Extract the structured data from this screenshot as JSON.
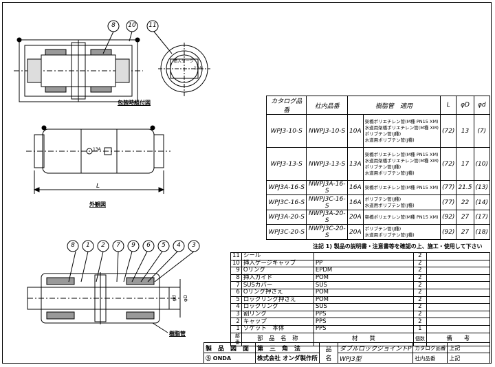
{
  "labels": {
    "view_top": "包装時組付図",
    "view_middle": "外観図",
    "view_bottom": "樹脂管",
    "dim_L": "L",
    "dim_phiD": "φD",
    "dim_phid": "φd",
    "stamp": "13A",
    "ring_text1": "挿入ゲージ",
    "ring_text2": "13A"
  },
  "balloons": {
    "top": [
      "8",
      "10",
      "11"
    ],
    "bottom": [
      "8",
      "1",
      "2",
      "7",
      "9",
      "6",
      "5",
      "4",
      "3"
    ]
  },
  "spec_table": {
    "headers": [
      "カタログ品番",
      "社内品番",
      "樹脂管　適用",
      "L",
      "φD",
      "φd"
    ],
    "rows": [
      {
        "catalog": "WPJ3-10-S",
        "internal": "NWPJ3-10-S",
        "size": "10A",
        "pipes": [
          "架橋ポリエチレン管(M種 PN15 XM)",
          "水道用架橋ポリエチレン管(M種 XM)",
          "ポリブテン管(J種)",
          "水道用ポリブテン管(J種)"
        ],
        "L": "(72)",
        "D": "13",
        "d": "(7)"
      },
      {
        "catalog": "WPJ3-13-S",
        "internal": "NWPJ3-13-S",
        "size": "13A",
        "pipes": [
          "架橋ポリエチレン管(M種 PN15 XM)",
          "水道用架橋ポリエチレン管(M種 XM)",
          "ポリブテン管(J種)",
          "水道用ポリブテン管(J種)"
        ],
        "L": "(72)",
        "D": "17",
        "d": "(10)"
      },
      {
        "catalog": "WPJ3A-16-S",
        "internal": "NWPJ3A-16-S",
        "size": "16A",
        "pipes": [
          "架橋ポリエチレン管(M種 PN15 XM)"
        ],
        "L": "(77)",
        "D": "21.5",
        "d": "(13)"
      },
      {
        "catalog": "WPJ3C-16-S",
        "internal": "NWPJ3C-16-S",
        "size": "16A",
        "pipes": [
          "ポリブテン管(J種)",
          "水道用ポリブテン管(J種)"
        ],
        "L": "(77)",
        "D": "22",
        "d": "(14)"
      },
      {
        "catalog": "WPJ3A-20-S",
        "internal": "NWPJ3A-20-S",
        "size": "20A",
        "pipes": [
          "架橋ポリエチレン管(M種 PN15 XM)"
        ],
        "L": "(92)",
        "D": "27",
        "d": "(17)"
      },
      {
        "catalog": "WPJ3C-20-S",
        "internal": "NWPJ3C-20-S",
        "size": "20A",
        "pipes": [
          "ポリブテン管(J種)",
          "水道用ポリブテン管(J種)"
        ],
        "L": "(92)",
        "D": "27",
        "d": "(18)"
      }
    ]
  },
  "note": "注記 1) 製品の説明書・注意書等を確認の上、施工・使用して下さい",
  "parts_table": {
    "rows": [
      {
        "no": "11",
        "name": "シール",
        "material": "",
        "qty": "2"
      },
      {
        "no": "10",
        "name": "挿入ゲージキャップ",
        "material": "PP",
        "qty": "2"
      },
      {
        "no": "9",
        "name": "Oリング",
        "material": "EPDM",
        "qty": "2"
      },
      {
        "no": "8",
        "name": "挿入ガイド",
        "material": "POM",
        "qty": "2"
      },
      {
        "no": "7",
        "name": "SUSカバー",
        "material": "SUS",
        "qty": "2"
      },
      {
        "no": "6",
        "name": "Oリング押さえ",
        "material": "POM",
        "qty": "2"
      },
      {
        "no": "5",
        "name": "ロックリング押さえ",
        "material": "POM",
        "qty": "2"
      },
      {
        "no": "4",
        "name": "ロックリング",
        "material": "SUS",
        "qty": "2"
      },
      {
        "no": "3",
        "name": "割リング",
        "material": "PPS",
        "qty": "2"
      },
      {
        "no": "2",
        "name": "キャップ",
        "material": "PPS",
        "qty": "2"
      },
      {
        "no": "1",
        "name": "ソケット　本体",
        "material": "PPS",
        "qty": "1"
      }
    ],
    "header": {
      "no": "部番",
      "name": "部　品　名　称",
      "material": "材　　質",
      "qty": "個数",
      "remark": "備　　考"
    }
  },
  "title_block": {
    "drawing_label": "製　品　図　面",
    "projection": "第　三　角　法",
    "name_label": "品　名",
    "product_name": "ダブルロックジョイントP",
    "model": "WPJ3型",
    "catalog_label": "カタログ品番",
    "catalog_value": "上記",
    "internal_label": "社内品番",
    "internal_value": "上記",
    "company": "株式会社 オンダ製作所",
    "logo": "ONDA"
  }
}
